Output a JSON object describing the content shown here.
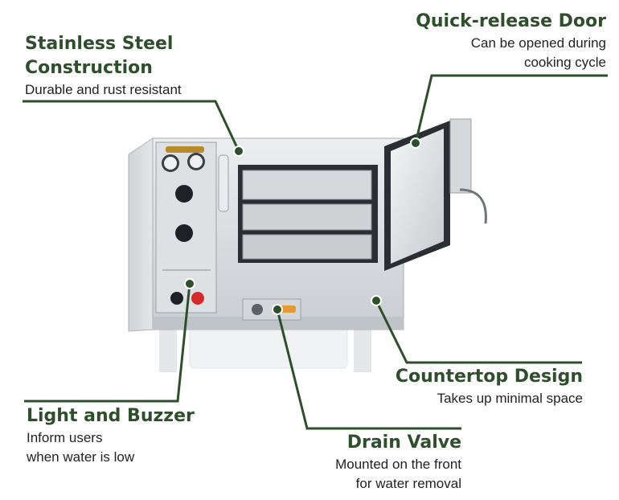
{
  "colors": {
    "accent": "#2f4f2c",
    "text": "#222222",
    "steel": "#d9dde0"
  },
  "callouts": {
    "stainless": {
      "title_line1": "Stainless Steel",
      "title_line2": "Construction",
      "desc": "Durable and rust resistant"
    },
    "door": {
      "title": "Quick-release Door",
      "desc_line1": "Can be opened during",
      "desc_line2": "cooking cycle"
    },
    "countertop": {
      "title": "Countertop Design",
      "desc": "Takes up minimal space"
    },
    "light": {
      "title": "Light and Buzzer",
      "desc_line1": "Inform users",
      "desc_line2": "when water is low"
    },
    "drain": {
      "title": "Drain Valve",
      "desc_line1": "Mounted on the front",
      "desc_line2": "for water removal"
    }
  }
}
